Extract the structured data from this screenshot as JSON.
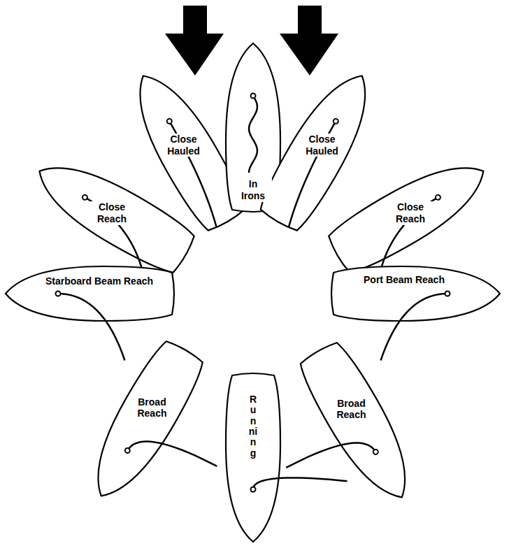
{
  "diagram": {
    "nodes": [
      {
        "text": [
          "Close Hauled"
        ]
      },
      {
        "text": [
          "In Irons"
        ]
      },
      {
        "text": [
          "Close Hauled"
        ]
      },
      {
        "text": [
          "Close Reach"
        ]
      },
      {
        "text": [
          "Close Reach"
        ]
      },
      {
        "text": [
          "Starboard Beam Reach"
        ]
      },
      {
        "text": [
          "Port Beam Reach"
        ]
      },
      {
        "text": [
          "Broad Reach"
        ]
      },
      {
        "text": [
          "Running"
        ]
      },
      {
        "text": [
          "Broad Reach"
        ]
      }
    ]
  }
}
